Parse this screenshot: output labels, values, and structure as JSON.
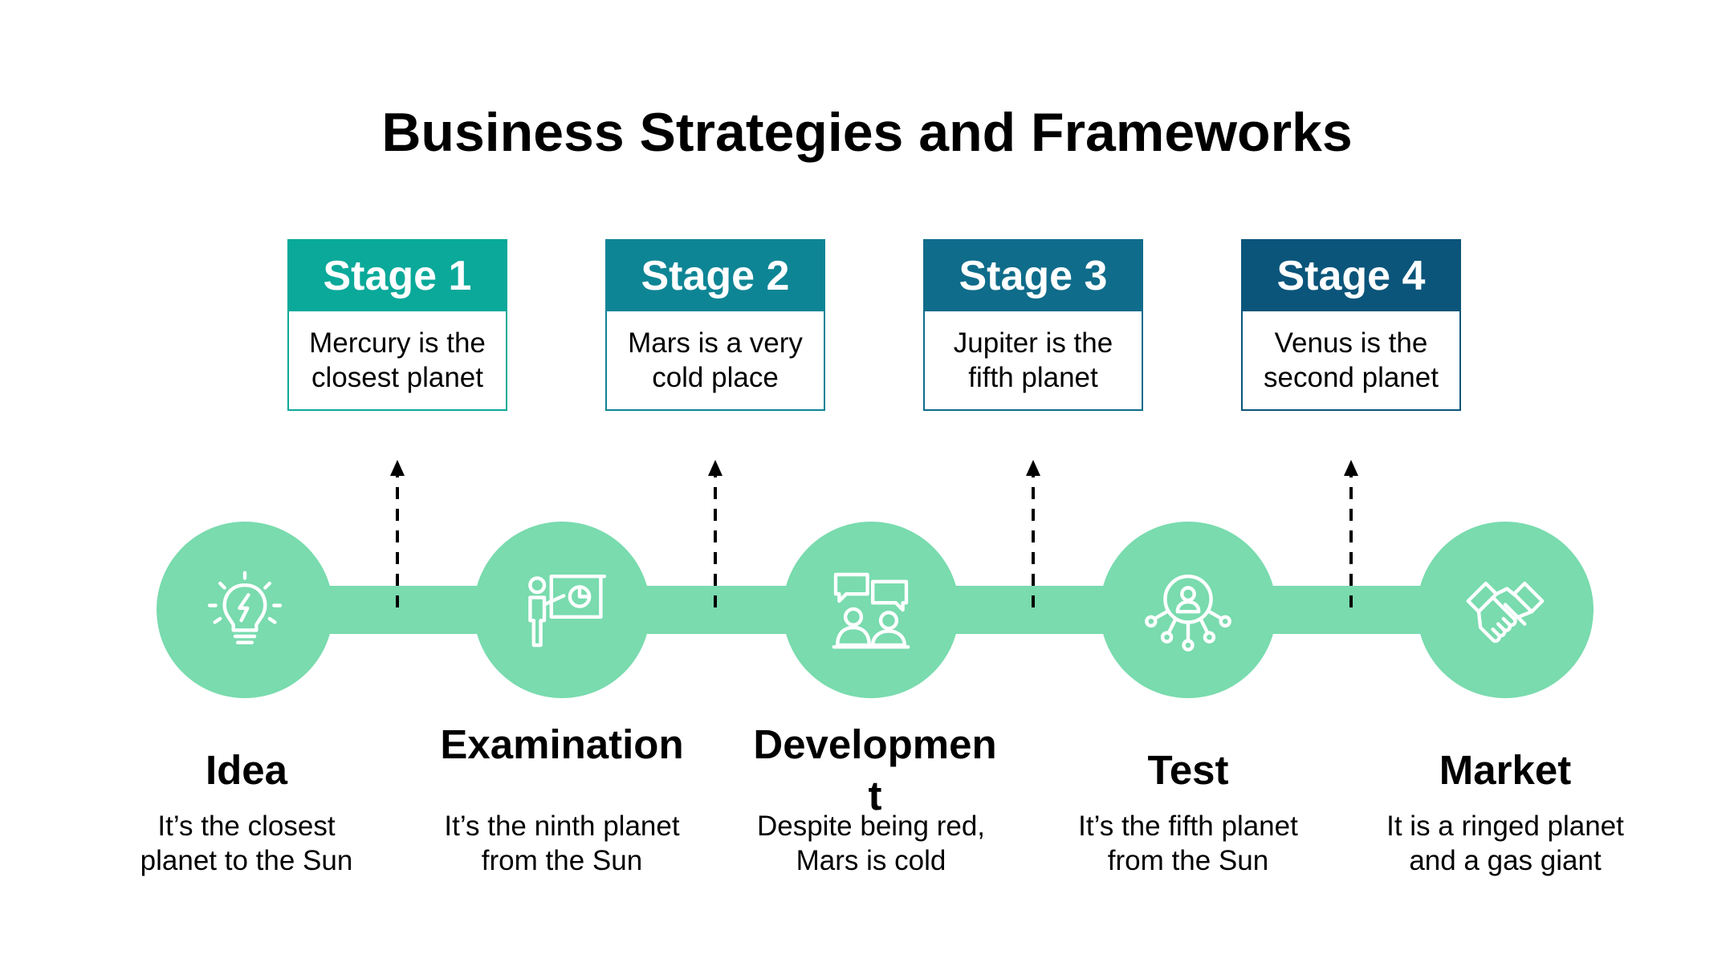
{
  "title": "Business Strategies and Frameworks",
  "colors": {
    "track": "#79DBAE",
    "stage1": "#0AA99A",
    "stage2": "#0E8595",
    "stage3": "#0F6C8A",
    "stage4": "#0B557A",
    "arrow": "#000000",
    "icon": "#ffffff"
  },
  "stages": [
    {
      "label": "Stage 1",
      "text_line1": "Mercury is the",
      "text_line2": "closest planet"
    },
    {
      "label": "Stage 2",
      "text_line1": "Mars is a very",
      "text_line2": "cold place"
    },
    {
      "label": "Stage 3",
      "text_line1": "Jupiter is the",
      "text_line2": "fifth planet"
    },
    {
      "label": "Stage 4",
      "text_line1": "Venus is the",
      "text_line2": "second planet"
    }
  ],
  "steps": [
    {
      "name": "Idea",
      "icon": "lightbulb-icon",
      "desc_line1": "It’s the closest",
      "desc_line2": "planet to the Sun"
    },
    {
      "name": "Examination",
      "icon": "presentation-icon",
      "desc_line1": "It’s the ninth planet",
      "desc_line2": "from the Sun"
    },
    {
      "name": "Development",
      "icon": "team-chat-icon",
      "desc_line1": "Despite being red,",
      "desc_line2": "Mars is cold"
    },
    {
      "name": "Test",
      "icon": "user-network-icon",
      "desc_line1": "It’s the fifth planet",
      "desc_line2": "from the Sun"
    },
    {
      "name": "Market",
      "icon": "handshake-icon",
      "desc_line1": "It is a ringed planet",
      "desc_line2": "and a gas giant"
    }
  ]
}
